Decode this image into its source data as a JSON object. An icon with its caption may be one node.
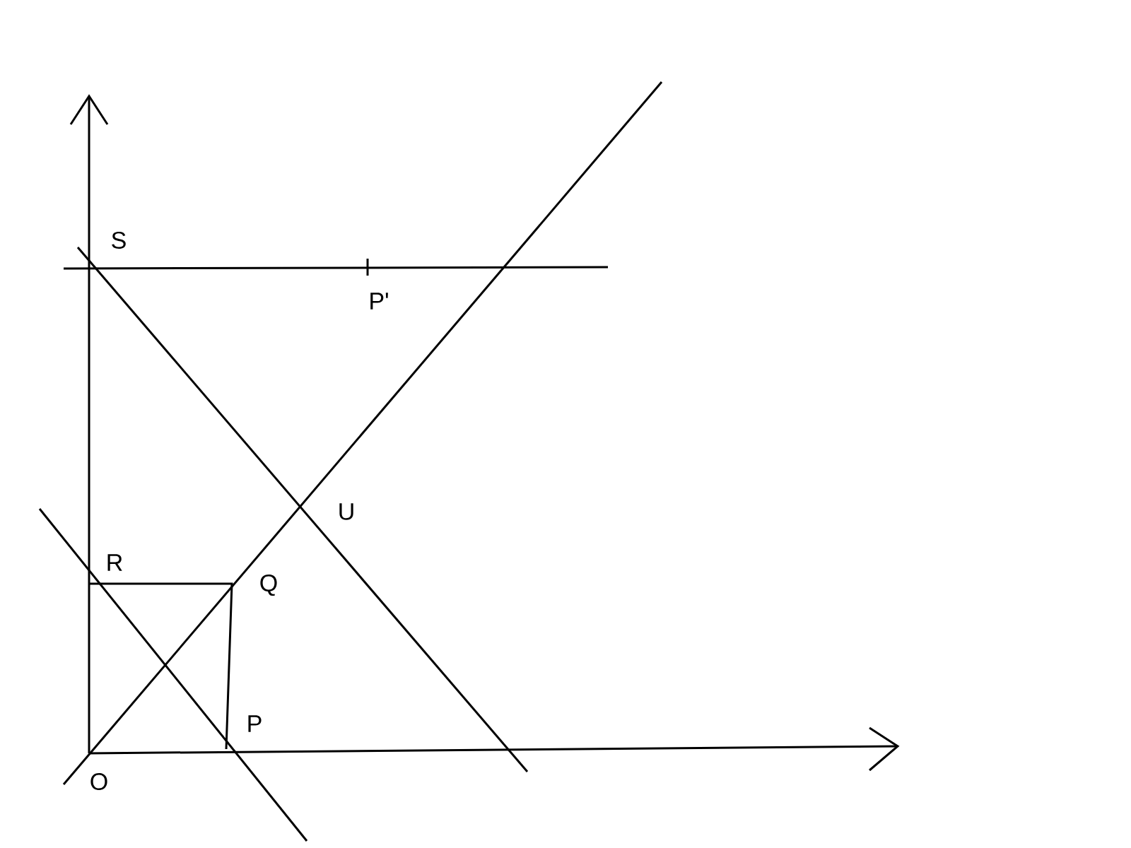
{
  "diagram": {
    "labels": [
      "S",
      "P'",
      "U",
      "R",
      "Q",
      "P",
      "O"
    ]
  }
}
